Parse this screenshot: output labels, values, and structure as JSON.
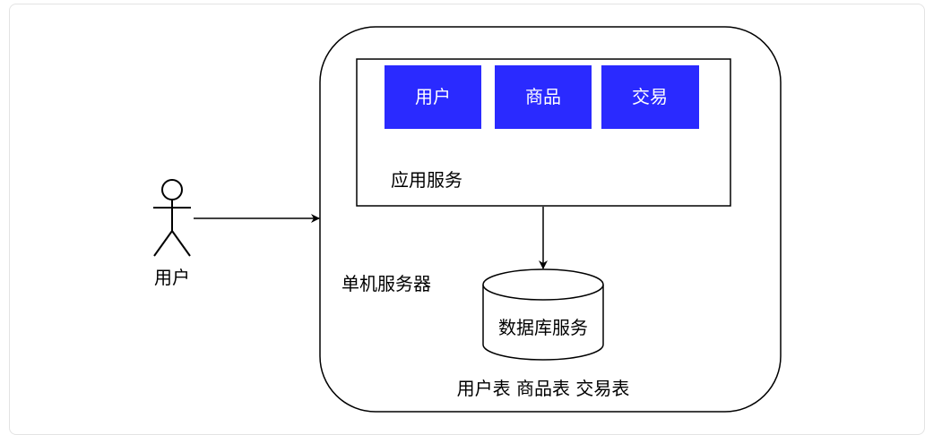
{
  "actor": {
    "label": "用户"
  },
  "server": {
    "label": "单机服务器"
  },
  "app_service": {
    "label": "应用服务",
    "modules": [
      {
        "label": "用户"
      },
      {
        "label": "商品"
      },
      {
        "label": "交易"
      }
    ]
  },
  "database": {
    "label": "数据库服务",
    "tables_caption": "用户表 商品表 交易表"
  },
  "colors": {
    "module_fill": "#2a2aff",
    "module_text": "#ffffff",
    "stroke": "#000000",
    "frame_border": "#e3e3e3"
  }
}
